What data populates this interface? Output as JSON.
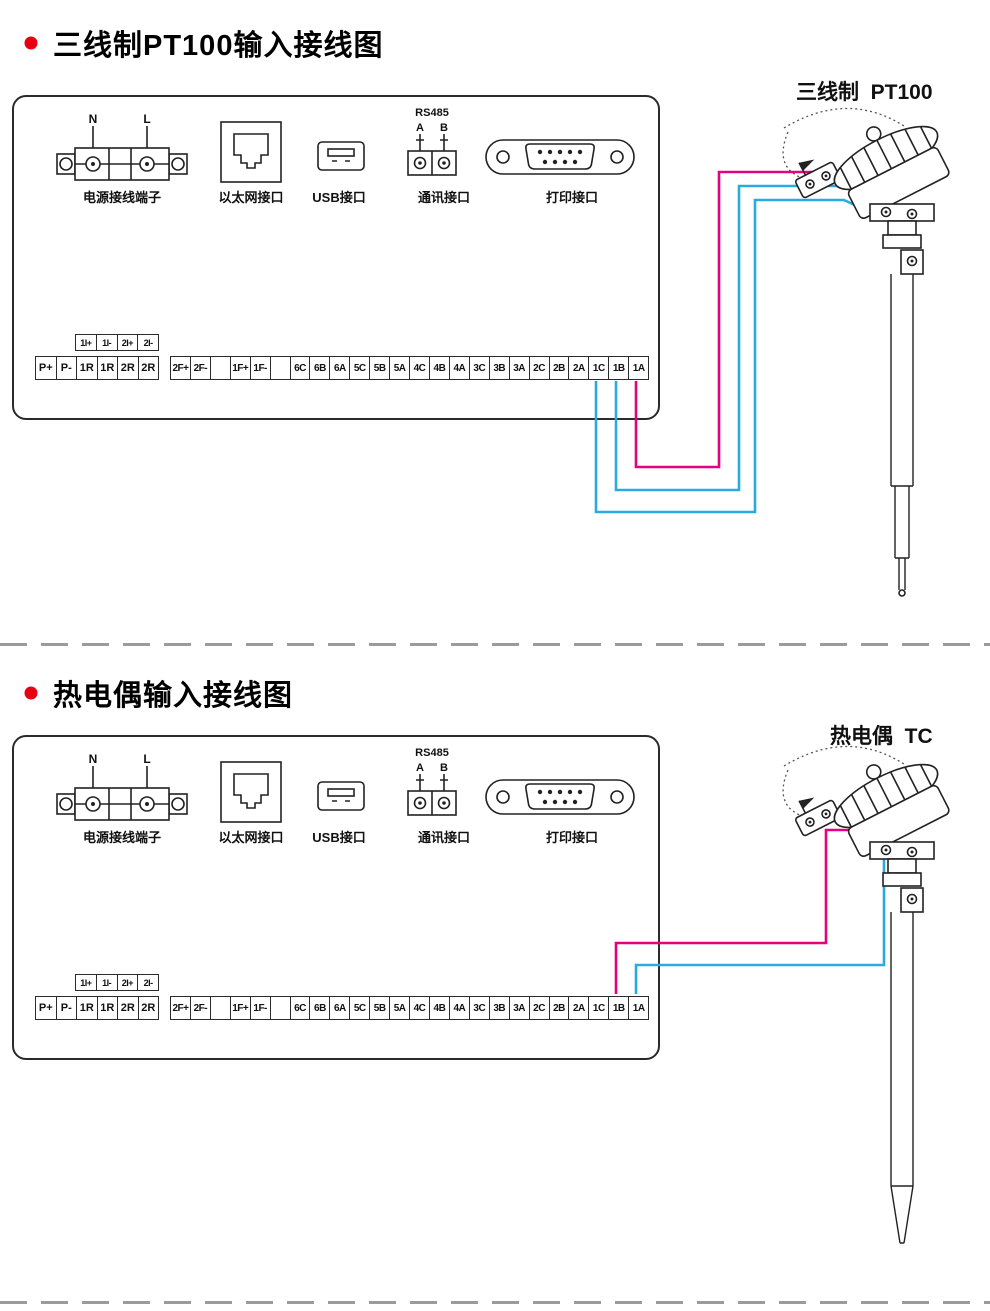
{
  "sections": [
    {
      "title": "三线制PT100输入接线图",
      "sensor_label": "三线制  PT100"
    },
    {
      "title": "热电偶输入接线图",
      "sensor_label": "热电偶  TC"
    }
  ],
  "panel": {
    "power": {
      "n": "N",
      "l": "L",
      "label": "电源接线端子"
    },
    "ethernet": {
      "label": "以太网接口"
    },
    "usb": {
      "label": "USB接口"
    },
    "comm": {
      "rs485": "RS485",
      "a": "A",
      "b": "B",
      "label": "通讯接口"
    },
    "printer": {
      "label": "打印接口"
    },
    "strips": {
      "small": [
        "1I+",
        "1I-",
        "2I+",
        "2I-"
      ],
      "left": [
        "P+",
        "P-",
        "1R",
        "1R",
        "2R",
        "2R"
      ],
      "main": [
        "2F+",
        "2F-",
        "",
        "1F+",
        "1F-",
        "",
        "6C",
        "6B",
        "6A",
        "5C",
        "5B",
        "5A",
        "4C",
        "4B",
        "4A",
        "3C",
        "3B",
        "3A",
        "2C",
        "2B",
        "2A",
        "1C",
        "1B",
        "1A"
      ]
    }
  },
  "colors": {
    "wire_magenta": "#e4007f",
    "wire_blue": "#29abe2",
    "bullet": "#e60012"
  }
}
